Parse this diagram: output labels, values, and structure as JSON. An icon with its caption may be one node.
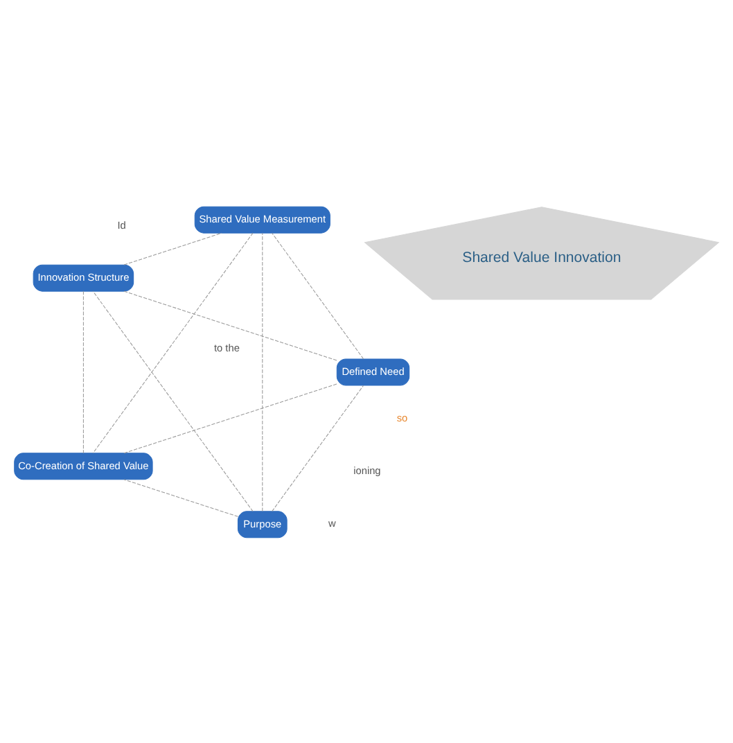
{
  "diagram": {
    "nodes": [
      {
        "text": [
          "Purpose"
        ]
      },
      {
        "text": [
          "Defined Need"
        ]
      },
      {
        "text": [
          "Shared Value Innovation"
        ]
      },
      {
        "text": [
          "Innovation Structure"
        ]
      },
      {
        "text": [
          "Shared Value Measurement"
        ]
      },
      {
        "text": [
          "Co-Creation of Shared Value"
        ]
      }
    ],
    "edges": [
      {
        "from": 0,
        "to": 1,
        "arrow": "none",
        "style": "dashed"
      },
      {
        "from": 0,
        "to": 3,
        "arrow": "none",
        "style": "dashed"
      },
      {
        "from": 0,
        "to": 4,
        "arrow": "none",
        "style": "dashed"
      },
      {
        "from": 0,
        "to": 5,
        "arrow": "none",
        "style": "dashed"
      },
      {
        "from": 1,
        "to": 3,
        "arrow": "none",
        "style": "dashed"
      },
      {
        "from": 1,
        "to": 4,
        "arrow": "none",
        "style": "dashed"
      },
      {
        "from": 1,
        "to": 5,
        "arrow": "none",
        "style": "dashed"
      },
      {
        "from": 3,
        "to": 4,
        "arrow": "none",
        "style": "dashed"
      },
      {
        "from": 3,
        "to": 5,
        "arrow": "none",
        "style": "dashed"
      },
      {
        "from": 4,
        "to": 5,
        "arrow": "none",
        "style": "dashed"
      }
    ],
    "labels": [
      "to the",
      "ioning",
      "Id",
      "so",
      "w"
    ]
  }
}
